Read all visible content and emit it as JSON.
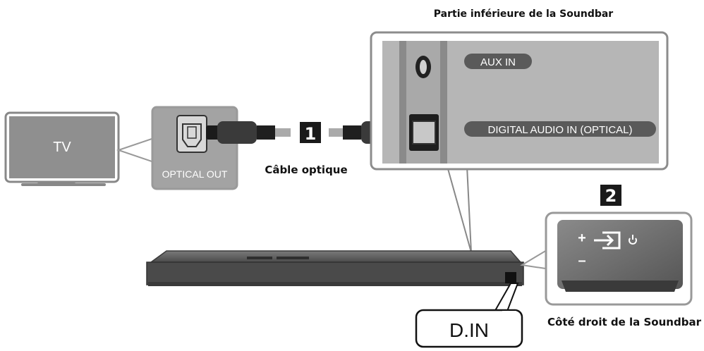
{
  "labels": {
    "top_title": "Partie inférieure de la Soundbar",
    "tv": "TV",
    "optical_out": "OPTICAL OUT",
    "cable": "Câble optique",
    "step1": "1",
    "step2": "2",
    "aux_in": "AUX IN",
    "digital_audio_in": "DIGITAL AUDIO IN (OPTICAL)",
    "side_caption": "Côté droit de la Soundbar",
    "display_text": "D.IN",
    "plus": "+",
    "minus": "–"
  },
  "colors": {
    "panel_gray": "#b5b5b5",
    "panel_dark": "#8c8c8c",
    "pill": "#5a5a5a",
    "soundbar": "#505050",
    "badge": "#1a1a1a"
  },
  "icons": [
    "tv-icon",
    "optical-port-icon",
    "aux-jack-icon",
    "input-source-icon",
    "power-icon"
  ]
}
